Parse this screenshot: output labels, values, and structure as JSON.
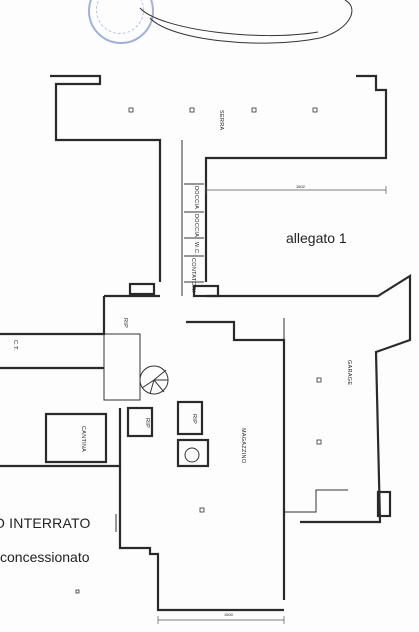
{
  "labels": {
    "serra": "SERRA",
    "doccia_1": "DOCCIA",
    "doccia_2": "DOCCIA",
    "wc": "W.C.",
    "contatori": "CONTATORI",
    "rip_1": "RIP",
    "rip_2": "RIP",
    "rip_3": "RIP",
    "ct": "C.T.",
    "cantina": "CANTINA",
    "magazzino": "MAGAZZINO",
    "garage": "GARAGE"
  },
  "dimensions": {
    "upper": "1602",
    "lower": "1500"
  },
  "annotations": {
    "allegato": "allegato 1",
    "interrato": "O INTERRATO",
    "concessionato": "concessionato"
  },
  "colors": {
    "stamp": "#9fb3d9",
    "lines": "#2a2a2a"
  }
}
